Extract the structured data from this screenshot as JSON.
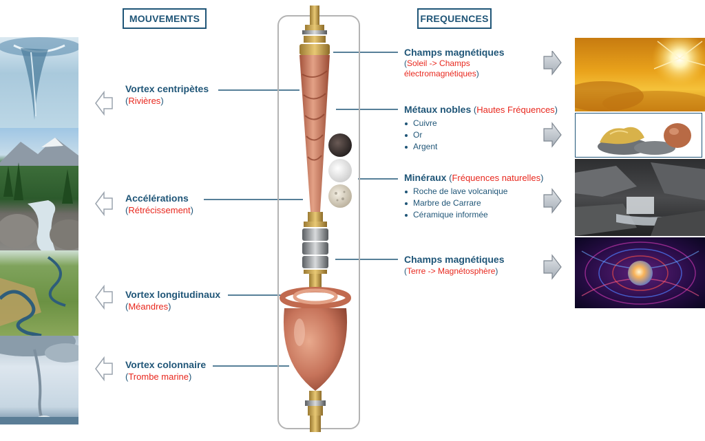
{
  "headers": {
    "left": "MOUVEMENTS",
    "right": "FREQUENCES"
  },
  "left_items": [
    {
      "title": "Vortex centripètes",
      "sub": "Rivières"
    },
    {
      "title": "Accélérations",
      "sub": "Rétrécissement"
    },
    {
      "title": "Vortex longitudinaux",
      "sub": "Méandres"
    },
    {
      "title": "Vortex colonnaire",
      "sub": "Trombe marine"
    }
  ],
  "right_items": {
    "champs1": {
      "title": "Champs magnétiques",
      "sub_line1": "Soleil -> Champs",
      "sub_line2": "électromagnétiques"
    },
    "metaux": {
      "title": "Métaux nobles",
      "tag": "Hautes Fréquences",
      "bullets": [
        "Cuivre",
        "Or",
        "Argent"
      ]
    },
    "mineraux": {
      "title": "Minéraux",
      "tag": "Fréquences naturelles",
      "bullets": [
        "Roche de lave volcanique",
        "Marbre de Carrare",
        "Céramique informée"
      ]
    },
    "champs2": {
      "title": "Champs magnétiques",
      "sub": "Terre -> Magnétosphère"
    }
  },
  "colors": {
    "accent": "#1f5577",
    "highlight": "#e8271d",
    "copper": "#c7735a"
  }
}
